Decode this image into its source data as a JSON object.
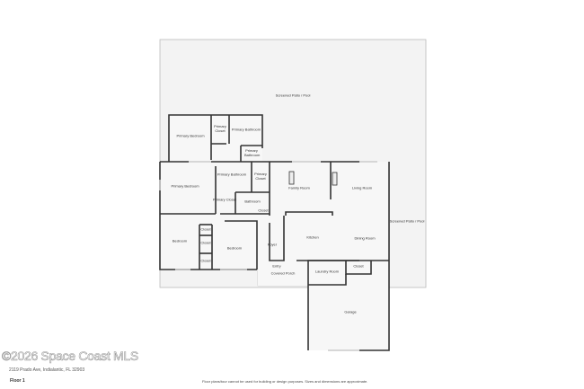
{
  "rooms": [
    {
      "name": "Screened Patio / Pool"
    },
    {
      "name": "Primary Bedroom"
    },
    {
      "name": "Primary Closet"
    },
    {
      "name": "Primary Bathroom"
    },
    {
      "name": "Primary Bathroom"
    },
    {
      "name": "Primary Bedroom"
    },
    {
      "name": "Primary Bathroom"
    },
    {
      "name": "Primary Closet"
    },
    {
      "name": "Primary Closet"
    },
    {
      "name": "Bathroom"
    },
    {
      "name": "Closet"
    },
    {
      "name": "Family Room"
    },
    {
      "name": "Living Room"
    },
    {
      "name": "Screened Patio / Pool"
    },
    {
      "name": "Bedroom"
    },
    {
      "name": "Closet"
    },
    {
      "name": "Closet"
    },
    {
      "name": "Closet"
    },
    {
      "name": "Bedroom"
    },
    {
      "name": "Foyer"
    },
    {
      "name": "Entry"
    },
    {
      "name": "Covered Porch"
    },
    {
      "name": "Kitchen"
    },
    {
      "name": "Dining Room"
    },
    {
      "name": "Laundry Room"
    },
    {
      "name": "Closet"
    },
    {
      "name": "Garage"
    }
  ],
  "footer": {
    "watermark": "©2026 Space Coast MLS",
    "address": "2119 Prado Ave, Indialantic, FL 32903",
    "floor": "Floor 1",
    "disclaimer": "Floor plans/tour cannot be used for building or design purposes. Sizes and dimensions are approximate."
  },
  "colors": {
    "wall": "#333333",
    "patio": "#f3f3f3",
    "window": "#cccccc"
  }
}
